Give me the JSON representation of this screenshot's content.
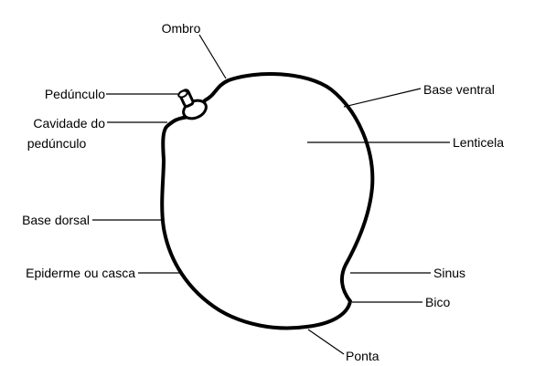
{
  "labels": {
    "ombro": "Ombro",
    "peduncle": "Pedúnculo",
    "cavity_line1": "Cavidade do",
    "cavity_line2": "pedúnculo",
    "dorsal_base": "Base dorsal",
    "skin": "Epiderme ou casca",
    "ventral_base": "Base ventral",
    "lenticel": "Lenticela",
    "sinus": "Sinus",
    "beak": "Bico",
    "tip": "Ponta"
  }
}
